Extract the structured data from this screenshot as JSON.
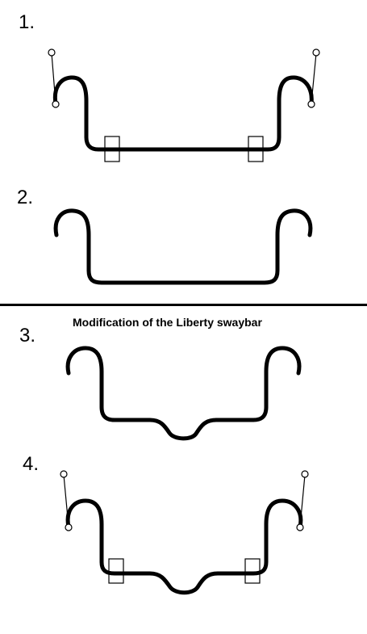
{
  "labels": {
    "step1": "1.",
    "step2": "2.",
    "step3": "3.",
    "step4": "4."
  },
  "caption": "Modification of the Liberty swaybar",
  "colors": {
    "ink": "#000000",
    "background": "#ffffff"
  }
}
